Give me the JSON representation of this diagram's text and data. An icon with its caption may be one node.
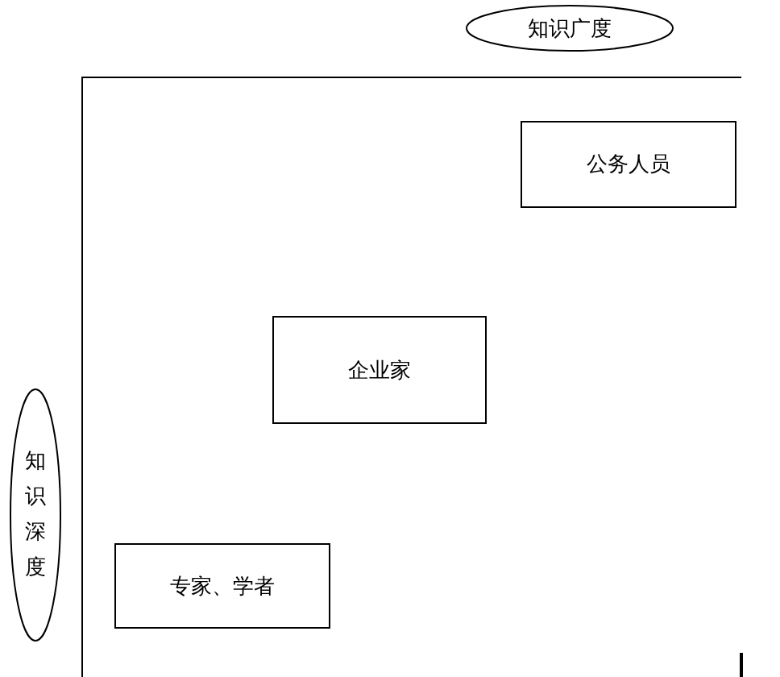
{
  "diagram": {
    "nodes": [
      {
        "text": [
          "知识广度"
        ]
      },
      {
        "text": [
          "公务人员"
        ]
      },
      {
        "text": [
          "企业家"
        ]
      },
      {
        "text": [
          "知识深度"
        ]
      },
      {
        "text": [
          "专家、学者"
        ]
      }
    ]
  }
}
